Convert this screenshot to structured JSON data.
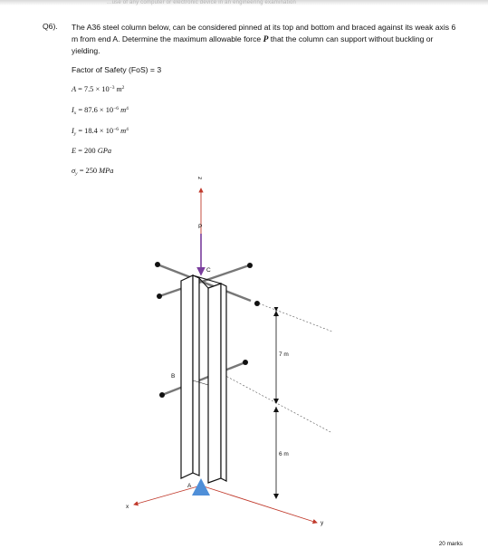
{
  "header": {
    "faded_text": "...use of any computer or electronic device in an engineering examination"
  },
  "question": {
    "number": "Q6).",
    "text_before_P": "The A36 steel column below, can be considered pinned at its top and bottom and braced against its weak axis 6 m from end A. Determine the maximum allowable force ",
    "symbol_P": "P",
    "text_after_P": " that the column can support without buckling or yielding."
  },
  "given": {
    "fos": "Factor of Safety (FoS) = 3",
    "area": {
      "symbol": "A",
      "value": "7.5 × 10",
      "exp": "−3",
      "unit": "m",
      "unit_exp": "2"
    },
    "ix": {
      "symbol": "I",
      "sub": "x",
      "value": "87.6 × 10",
      "exp": "−6",
      "unit": "m",
      "unit_exp": "4"
    },
    "iy": {
      "symbol": "I",
      "sub": "y",
      "value": "18.4 × 10",
      "exp": "−6",
      "unit": "m",
      "unit_exp": "4"
    },
    "e": {
      "symbol": "E",
      "value": "200",
      "unit": "GPa"
    },
    "sigma": {
      "symbol": "σ",
      "sub": "y",
      "value": "250",
      "unit": "MPa"
    }
  },
  "diagram": {
    "axis_z": "z",
    "load": "P",
    "point_c": "C",
    "point_b": "B",
    "point_a": "A",
    "dim_upper": "7 m",
    "dim_lower": "6 m",
    "axis_x": "x",
    "axis_y": "y",
    "load_color": "#7a3e9d",
    "support_color": "#4f8fd8",
    "axis_color": "#c0392b"
  },
  "footer": {
    "marks": "20 marks"
  }
}
